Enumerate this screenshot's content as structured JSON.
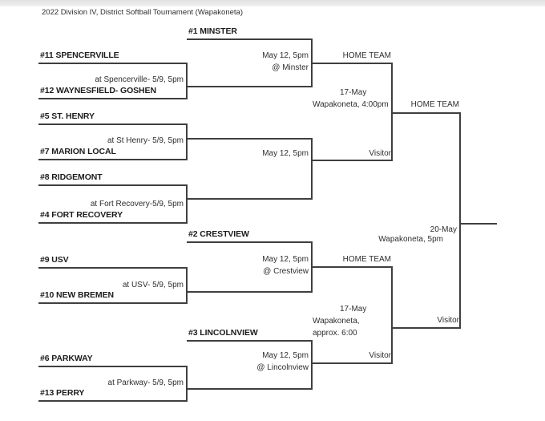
{
  "title": "2022 Division IV, District Softball Tournament (Wapakoneta)",
  "bracket": {
    "round1": [
      {
        "top_team": "#11 SPENCERVILLE",
        "bottom_team": "#12 WAYNESFIELD- GOSHEN",
        "detail": "at Spencerville- 5/9, 5pm"
      },
      {
        "top_team": "#5 ST. HENRY",
        "bottom_team": "#7 MARION LOCAL",
        "detail": "at St Henry- 5/9, 5pm"
      },
      {
        "top_team": "#8 RIDGEMONT",
        "bottom_team": "#4 FORT RECOVERY",
        "detail": "at Fort Recovery-5/9, 5pm"
      },
      {
        "top_team": "#9 USV",
        "bottom_team": "#10 NEW BREMEN",
        "detail": "at USV- 5/9, 5pm"
      },
      {
        "top_team": "#6 PARKWAY",
        "bottom_team": "#13 PERRY",
        "detail": "at Parkway- 5/9, 5pm"
      }
    ],
    "round2": [
      {
        "seed_team": "#1 MINSTER",
        "datetime": "May 12, 5pm",
        "location": "@ Minster"
      },
      {
        "datetime": "May 12, 5pm"
      },
      {
        "seed_team": "#2 CRESTVIEW",
        "datetime": "May 12, 5pm",
        "location": "@ Crestview"
      },
      {
        "seed_team": "#3 LINCOLNVIEW",
        "datetime": "May 12, 5pm",
        "location": "@ Lincolnview"
      }
    ],
    "semifinals": [
      {
        "home_slot": "HOME TEAM",
        "visitor_slot": "Visitor",
        "date": "17-May",
        "venue_line1": "Wapakoneta, 4:00pm"
      },
      {
        "home_slot": "HOME TEAM",
        "visitor_slot": "Visitor",
        "date": "17-May",
        "venue_line1": "Wapakoneta,",
        "venue_line2": "approx. 6:00"
      }
    ],
    "final": {
      "home_slot": "HOME TEAM",
      "visitor_slot": "Visitor",
      "date": "20-May",
      "venue": "Wapakoneta, 5pm"
    }
  }
}
